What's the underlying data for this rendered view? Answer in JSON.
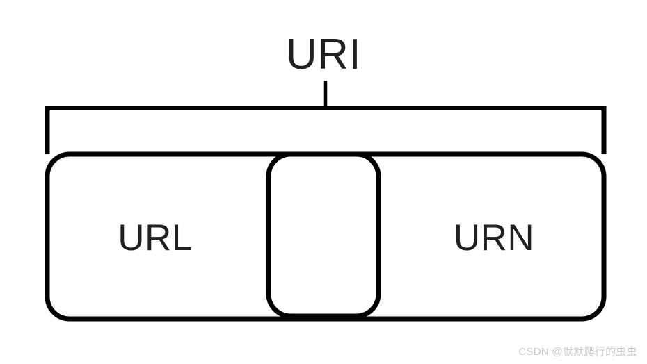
{
  "diagram": {
    "type": "euler-venn-nesting",
    "title": "URI",
    "description": "URI bracket spanning a container whose two main regions are URL and URN, with an overlapping middle region shared between URL and URN.",
    "bracket": {
      "label": "URI",
      "connector": "vertical-tick",
      "spans": [
        "URL",
        "URN"
      ]
    },
    "regions": [
      {
        "id": "url",
        "label": "URL",
        "shape": "rounded-rectangle",
        "position": "left"
      },
      {
        "id": "overlap",
        "label": "",
        "shape": "rounded-rectangle",
        "position": "center"
      },
      {
        "id": "urn",
        "label": "URN",
        "shape": "rounded-rectangle",
        "position": "right"
      }
    ],
    "colors": {
      "stroke": "#000000",
      "label_text": "#231f20",
      "background": "#ffffff",
      "watermark_text": "#c9c9c9"
    }
  },
  "watermark": {
    "text": "CSDN @默默爬行的虫虫"
  }
}
